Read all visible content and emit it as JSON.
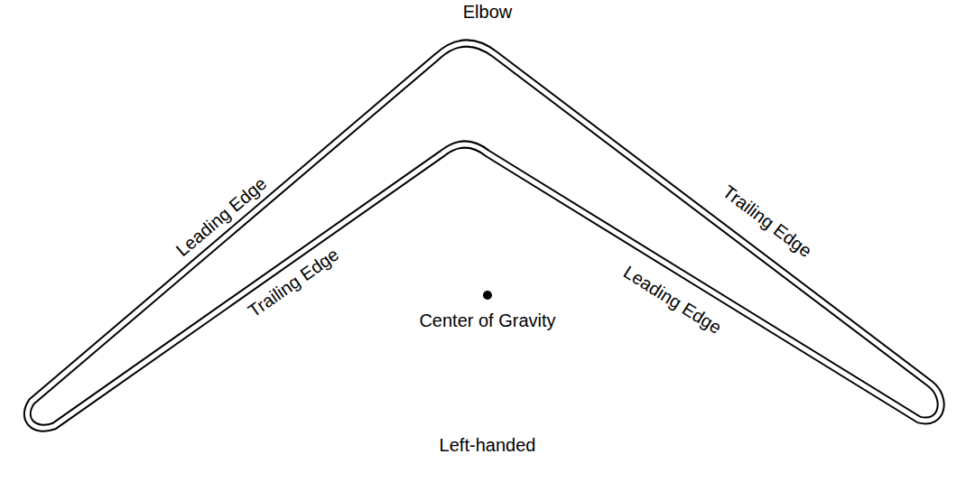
{
  "diagram": {
    "labels": [
      "Elbow",
      "Leading Edge",
      "Trailing Edge",
      "Trailing Edge",
      "Leading Edge",
      "Center of Gravity",
      "Left-handed"
    ]
  }
}
